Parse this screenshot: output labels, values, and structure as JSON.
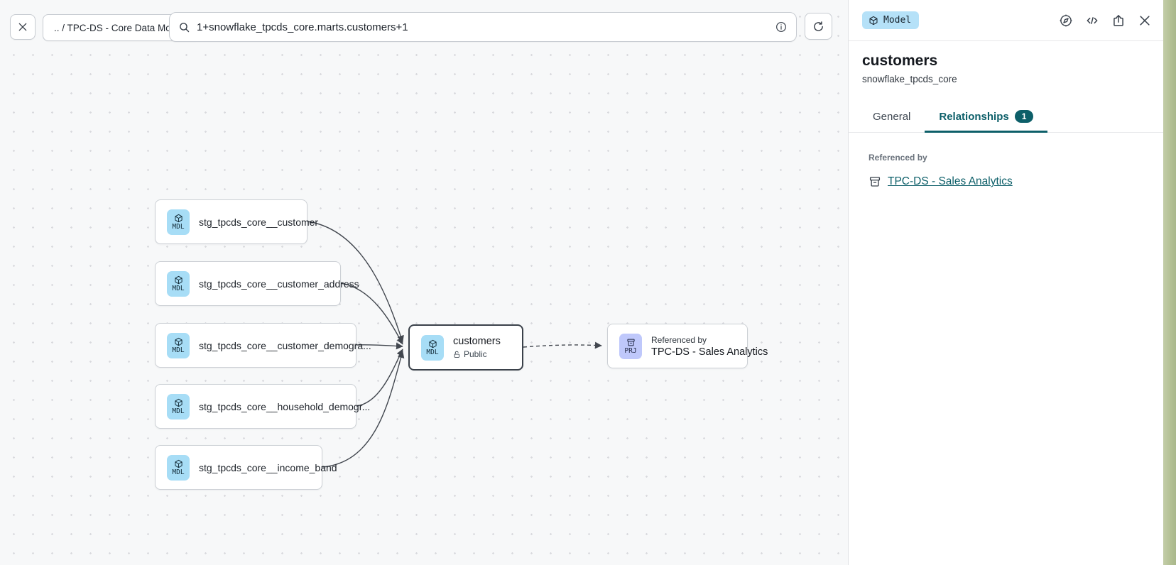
{
  "topbar": {
    "breadcrumb": ".. / TPC-DS - Core Data Models",
    "search": {
      "value": "1+snowflake_tpcds_core.marts.customers+1"
    }
  },
  "graph": {
    "upstream": [
      {
        "badge": "MDL",
        "label": "stg_tpcds_core__customer"
      },
      {
        "badge": "MDL",
        "label": "stg_tpcds_core__customer_address"
      },
      {
        "badge": "MDL",
        "label": "stg_tpcds_core__customer_demogra..."
      },
      {
        "badge": "MDL",
        "label": "stg_tpcds_core__household_demogr..."
      },
      {
        "badge": "MDL",
        "label": "stg_tpcds_core__income_band"
      }
    ],
    "selected": {
      "badge": "MDL",
      "title": "customers",
      "access": "Public"
    },
    "reference": {
      "badge": "PRJ",
      "kicker": "Referenced by",
      "label": "TPC-DS - Sales Analytics"
    }
  },
  "panel": {
    "type_badge": "Model",
    "title": "customers",
    "subtitle": "snowflake_tpcds_core",
    "tabs": {
      "general": "General",
      "relationships": "Relationships",
      "relationships_count": "1"
    },
    "referenced_by_heading": "Referenced by",
    "referenced_by_link": "TPC-DS - Sales Analytics"
  },
  "colors": {
    "accent_teal": "#0d5f69",
    "model_badge_bg": "#b5e1f8",
    "mdl_tile_bg": "#a7ddf6",
    "prj_tile_bg": "#bfc8fb",
    "canvas_bg": "#f7f8f9"
  }
}
